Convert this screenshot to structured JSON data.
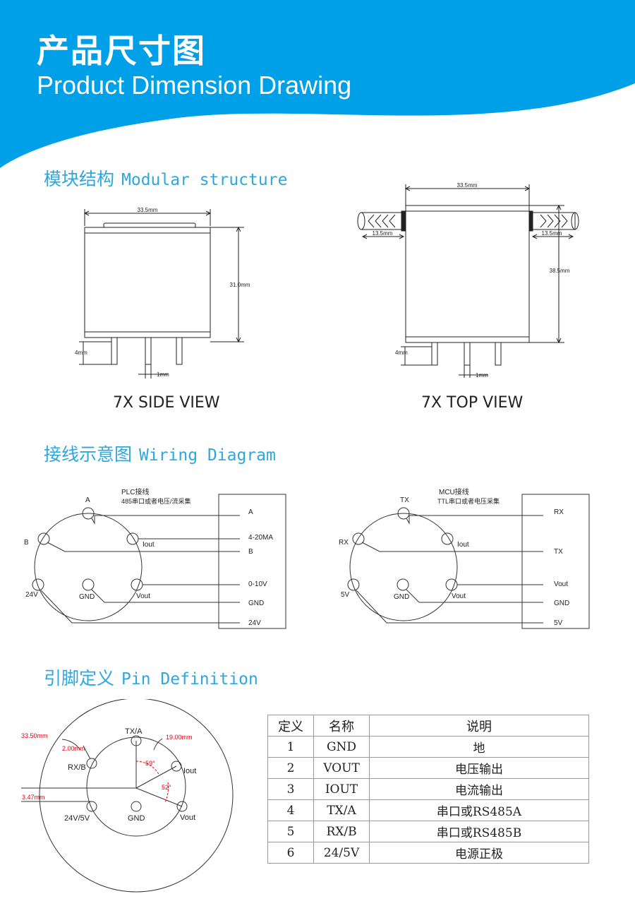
{
  "header": {
    "title_zh": "产品尺寸图",
    "title_en": "Product Dimension Drawing",
    "colors": {
      "banner": "#00a0e9",
      "section": "#2ea7e0",
      "dim_red": "#e60012"
    }
  },
  "sections": {
    "modular": {
      "zh": "模块结构",
      "en": "Modular structure"
    },
    "wiring": {
      "zh": "接线示意图",
      "en": "Wiring Diagram"
    },
    "pins": {
      "zh": "引脚定义",
      "en": "Pin Definition"
    }
  },
  "side_view": {
    "label": "7X SIDE VIEW",
    "width": "33.5mm",
    "height": "31.0mm",
    "pin_length": "4mm",
    "pin_diameter": "1mm"
  },
  "top_view": {
    "label": "7X TOP VIEW",
    "width": "33.5mm",
    "left_ext": "13.5mm",
    "right_ext": "13.5mm",
    "height": "38.5mm",
    "pin_length": "4mm",
    "pin_diameter": "1mm"
  },
  "wiring_plc": {
    "title": "PLC接线",
    "subtitle": "485串口或者电压/流采集",
    "pins": {
      "a": "A",
      "b": "B",
      "iout": "Iout",
      "v24": "24V",
      "gnd": "GND",
      "vout": "Vout"
    },
    "terminals": [
      "A",
      "4-20MA",
      "B",
      "0-10V",
      "GND",
      "24V"
    ]
  },
  "wiring_mcu": {
    "title": "MCU接线",
    "subtitle": "TTL串口或者电压采集",
    "pins": {
      "tx": "TX",
      "rx": "RX",
      "iout": "Iout",
      "v5": "5V",
      "gnd": "GND",
      "vout": "Vout"
    },
    "terminals": [
      "RX",
      "TX",
      "Vout",
      "GND",
      "5V"
    ]
  },
  "pin_diagram": {
    "outer_dia": "33.50mm",
    "pin_dia": "2.00mm",
    "circle_dia": "19.00mm",
    "offset": "3.47mm",
    "angle1": "59°",
    "angle2": "52°",
    "labels": {
      "txa": "TX/A",
      "rxb": "RX/B",
      "iout": "Iout",
      "v245": "24V/5V",
      "gnd": "GND",
      "vout": "Vout"
    }
  },
  "pin_table": {
    "headers": [
      "定义",
      "名称",
      "说明"
    ],
    "rows": [
      [
        "1",
        "GND",
        "地"
      ],
      [
        "2",
        "VOUT",
        "电压输出"
      ],
      [
        "3",
        "IOUT",
        "电流输出"
      ],
      [
        "4",
        "TX/A",
        "串口或RS485A"
      ],
      [
        "5",
        "RX/B",
        "串口或RS485B"
      ],
      [
        "6",
        "24/5V",
        "电源正极"
      ]
    ]
  }
}
